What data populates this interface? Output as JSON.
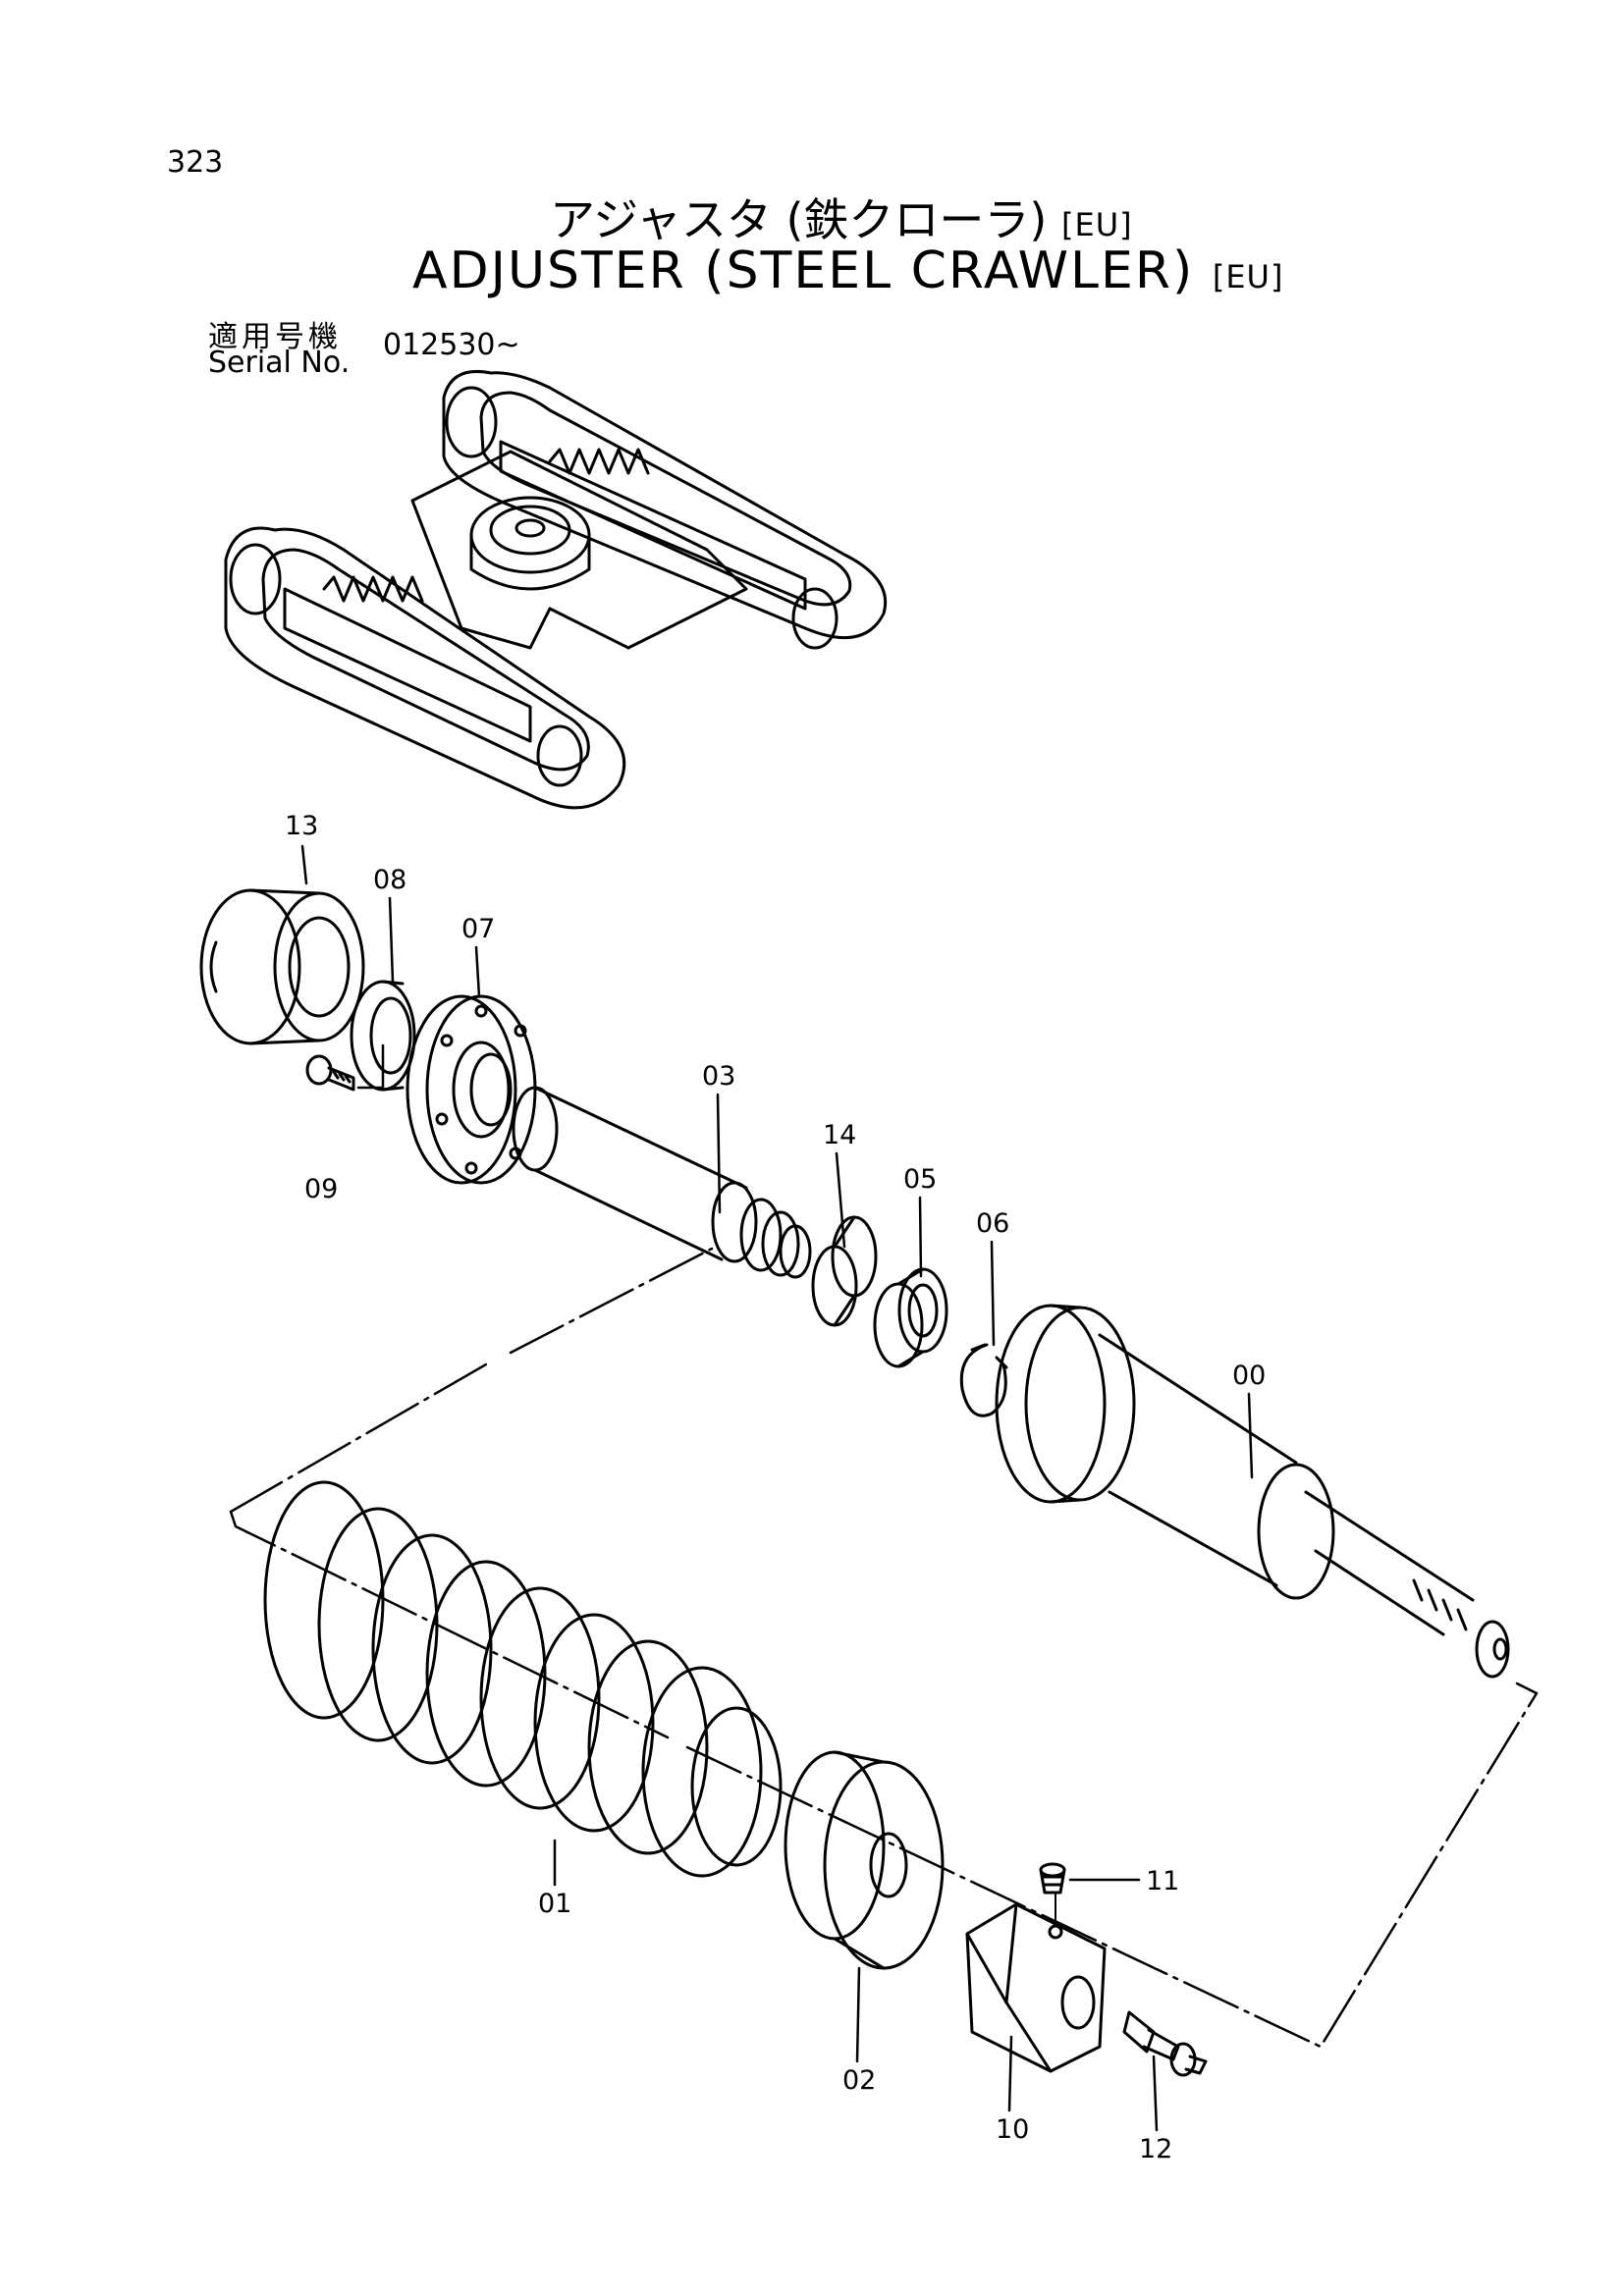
{
  "page": {
    "number": "323"
  },
  "title": {
    "jp": "アジャスタ (鉄クローラ)",
    "en": "ADJUSTER (STEEL CRAWLER)",
    "tag": "[EU]"
  },
  "serial": {
    "label_jp": "適用号機",
    "label_en": "Serial No.",
    "value": "012530~"
  },
  "callouts": [
    {
      "id": "13",
      "text": "13"
    },
    {
      "id": "08",
      "text": "08"
    },
    {
      "id": "07",
      "text": "07"
    },
    {
      "id": "09",
      "text": "09"
    },
    {
      "id": "03",
      "text": "03"
    },
    {
      "id": "14",
      "text": "14"
    },
    {
      "id": "05",
      "text": "05"
    },
    {
      "id": "06",
      "text": "06"
    },
    {
      "id": "00",
      "text": "00"
    },
    {
      "id": "01",
      "text": "01"
    },
    {
      "id": "02",
      "text": "02"
    },
    {
      "id": "11",
      "text": "11"
    },
    {
      "id": "10",
      "text": "10"
    },
    {
      "id": "12",
      "text": "12"
    }
  ]
}
